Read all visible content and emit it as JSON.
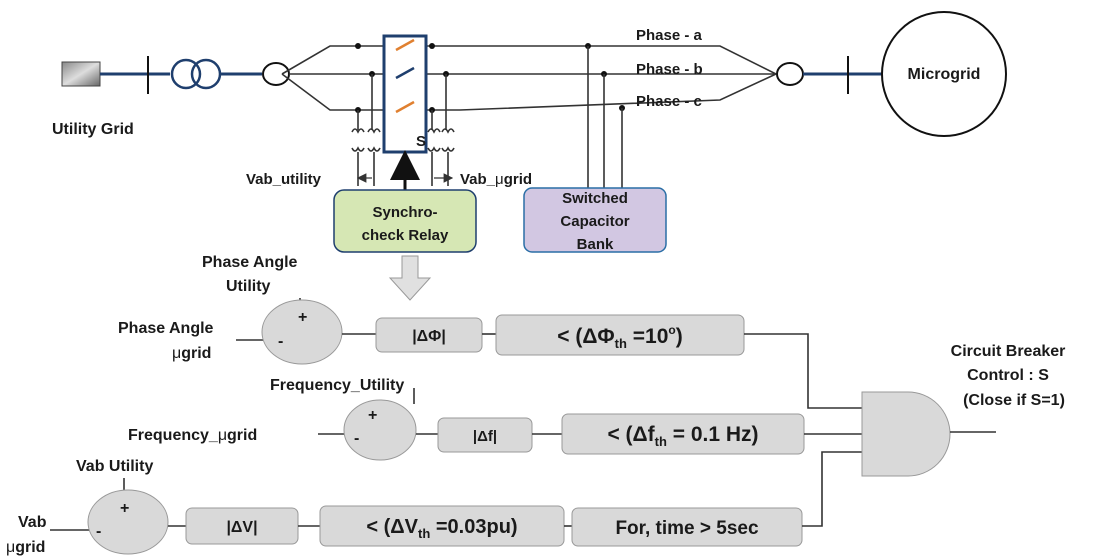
{
  "grid": {
    "utility_label": "Utility Grid",
    "microgrid_label": "Microgrid",
    "phase_a": "Phase - a",
    "phase_b": "Phase - b",
    "phase_c": "Phase - c",
    "switch_label": "S",
    "vab_utility": "Vab_utility",
    "vab_mugrid_prefix": "Vab_",
    "vab_mugrid_mu": "μ",
    "vab_mugrid_suffix": "grid"
  },
  "boxes": {
    "synchro_line1": "Synchro-",
    "synchro_line2": "check Relay",
    "capacitor_line1": "Switched",
    "capacitor_line2": "Capacitor",
    "capacitor_line3": "Bank"
  },
  "logic": {
    "phase_angle_utility_1": "Phase Angle",
    "phase_angle_utility_2": "Utility",
    "phase_angle_mugrid_1": "Phase Angle",
    "phase_angle_mugrid_mu": "μ",
    "phase_angle_mugrid_2": "grid",
    "delta_phi": "|ΔΦ|",
    "phi_cond_pre": "< (ΔΦ",
    "phi_cond_sub": "th",
    "phi_cond_mid": " =10",
    "phi_cond_sup": "o",
    "phi_cond_post": ")",
    "freq_utility": "Frequency_Utility",
    "freq_mugrid_prefix": "Frequency_",
    "freq_mugrid_mu": "μ",
    "freq_mugrid_suffix": "grid",
    "delta_f": "|Δf|",
    "f_cond_pre": "< (Δf",
    "f_cond_sub": "th",
    "f_cond_post": " = 0.1 Hz)",
    "vab_utility": "Vab Utility",
    "vab_mugrid_1": "Vab",
    "vab_mugrid_mu": "μ",
    "vab_mugrid_2": "grid",
    "delta_v": "|ΔV|",
    "v_cond_pre": "< (ΔV",
    "v_cond_sub": "th",
    "v_cond_post": " =0.03pu)",
    "time_cond": "For, time > 5sec",
    "plus": "+",
    "minus": "-",
    "cb_line1": "Circuit Breaker",
    "cb_line2": "Control : S",
    "cb_line3": "(Close if S=1)"
  },
  "colors": {
    "bus": "#1f3f6e",
    "synchro_fill": "#d6e7b4",
    "capacitor_fill": "#d2c7e2",
    "gray_box": "#d9d9d9",
    "switch_contact": "#e08030"
  }
}
